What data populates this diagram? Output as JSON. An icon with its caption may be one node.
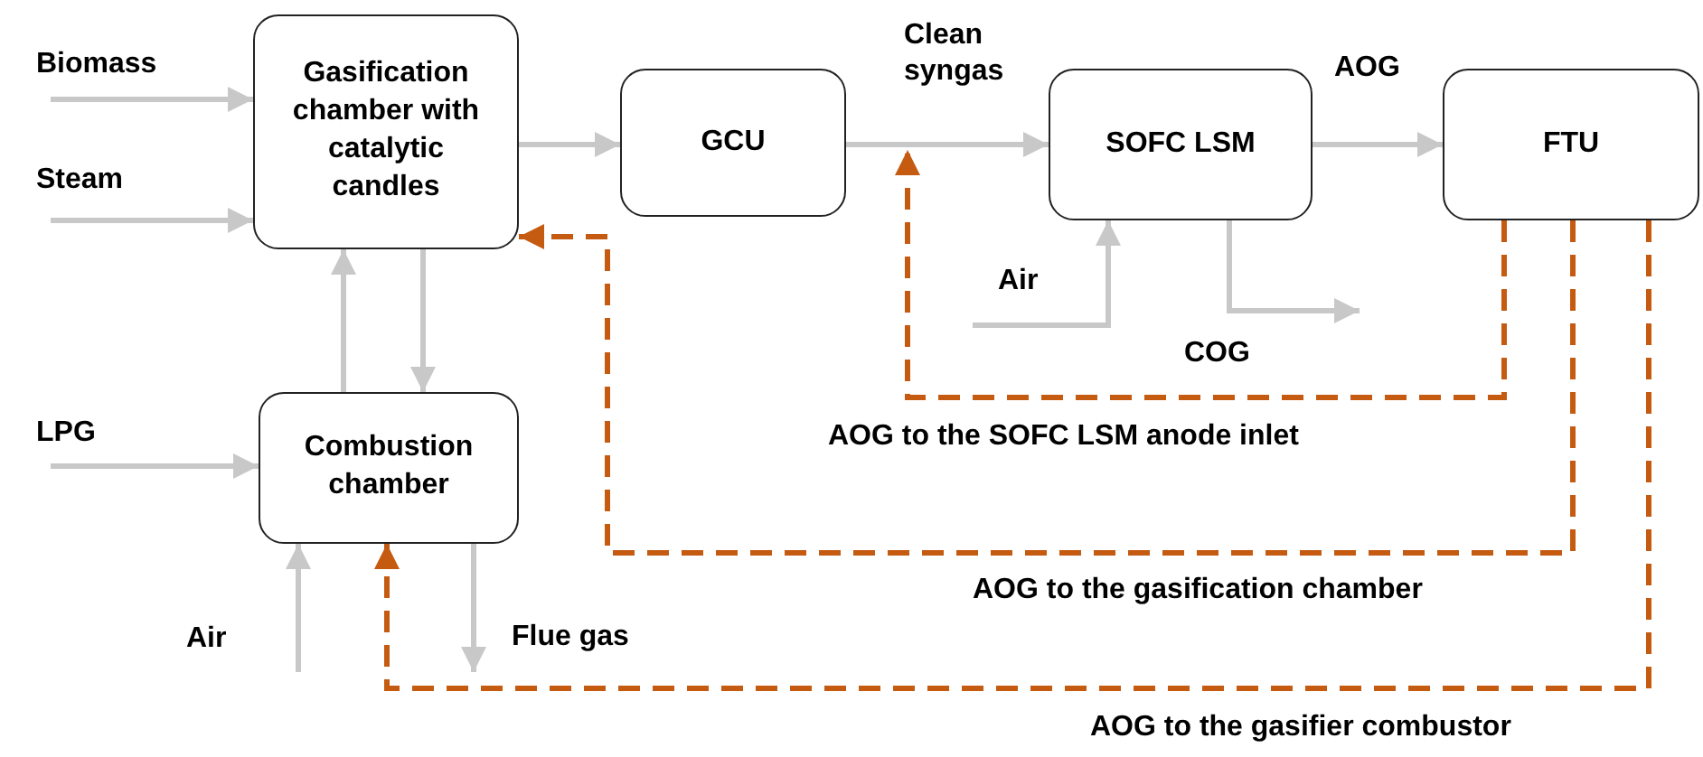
{
  "diagram": {
    "nodes": [
      {
        "text": [
          "Gasification chamber with catalytic candles"
        ]
      },
      {
        "text": [
          "GCU"
        ]
      },
      {
        "text": [
          "SOFC LSM"
        ]
      },
      {
        "text": [
          "FTU"
        ]
      },
      {
        "text": [
          "Combustion chamber"
        ]
      }
    ],
    "edges": [
      {
        "from": null,
        "to": 0,
        "arrow": "to"
      },
      {
        "from": null,
        "to": 0,
        "arrow": "to"
      },
      {
        "from": 0,
        "to": 1,
        "arrow": "to"
      },
      {
        "from": 1,
        "to": 2,
        "arrow": "to",
        "label": "Clean syngas"
      },
      {
        "from": 2,
        "to": 3,
        "arrow": "to",
        "label": "AOG"
      },
      {
        "from": null,
        "to": 2,
        "arrow": "to"
      },
      {
        "from": 2,
        "to": null,
        "arrow": "to"
      },
      {
        "from": 4,
        "to": 0,
        "arrow": "to"
      },
      {
        "from": 0,
        "to": 4,
        "arrow": "to"
      },
      {
        "from": null,
        "to": 4,
        "arrow": "to"
      },
      {
        "from": null,
        "to": 4,
        "arrow": "to"
      },
      {
        "from": 4,
        "to": null,
        "arrow": "to"
      },
      {
        "from": 3,
        "to": null,
        "arrow": "to",
        "label": "AOG to the SOFC LSM anode inlet",
        "style": "dashed",
        "color": "#c55a11"
      },
      {
        "from": 3,
        "to": 0,
        "arrow": "to",
        "label": "AOG to the gasification chamber",
        "style": "dashed",
        "color": "#c55a11"
      },
      {
        "from": 3,
        "to": 4,
        "arrow": "to",
        "label": "AOG to the gasifier combustor",
        "style": "dashed",
        "color": "#c55a11"
      }
    ],
    "labels": [
      "Biomass",
      "Steam",
      "Air",
      "COG",
      "LPG",
      "Air",
      "Flue gas"
    ]
  }
}
